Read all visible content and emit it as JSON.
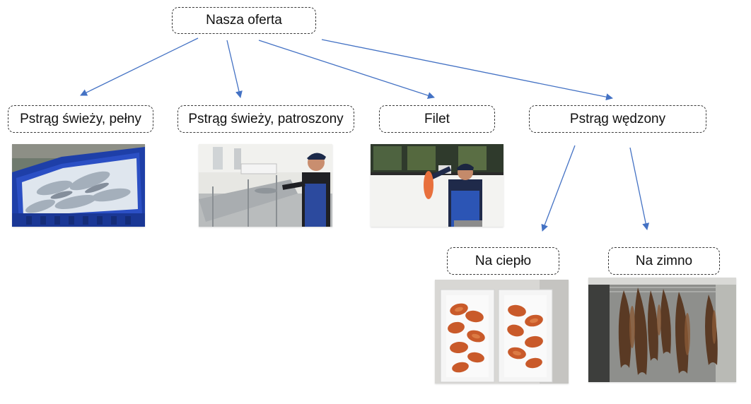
{
  "diagram": {
    "root": {
      "label": "Nasza oferta"
    },
    "categories": [
      {
        "id": "fresh-whole",
        "label": "Pstrąg świeży, pełny",
        "photo": "crates-of-whole-trout-on-ice"
      },
      {
        "id": "fresh-gutted",
        "label": "Pstrąg świeży, patroszony",
        "photo": "worker-at-gutting-line"
      },
      {
        "id": "fillet",
        "label": "Filet",
        "photo": "worker-holding-fillet"
      },
      {
        "id": "smoked",
        "label": "Pstrąg wędzony"
      }
    ],
    "subcategories": [
      {
        "id": "hot",
        "label": "Na ciepło",
        "photo": "hot-smoked-fillets-in-boxes"
      },
      {
        "id": "cold",
        "label": "Na zimno",
        "photo": "cold-smoked-trout-hanging"
      }
    ],
    "arrow_color": "#4472c4"
  }
}
